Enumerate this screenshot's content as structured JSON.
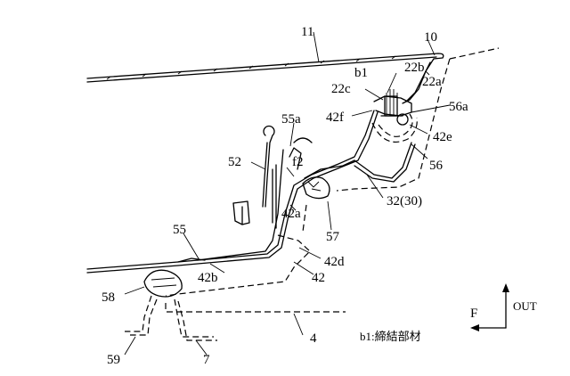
{
  "labels": {
    "roof_panel": "11",
    "roof_panel_edge": "10",
    "inner_top": "22b",
    "inner_side": "22a",
    "inner_front": "22c",
    "fastener": "b1",
    "flange_f": "42f",
    "clip_56a": "56a",
    "curve_42e": "42e",
    "weatherstrip_56": "56",
    "bracket_55a": "55a",
    "flange_f2": "f2",
    "hook_52": "52",
    "rail_32": "32(30)",
    "part_42a": "42a",
    "seal_57": "57",
    "trim_55": "55",
    "part_42d": "42d",
    "part_42b": "42b",
    "part_42": "42",
    "seal_58": "58",
    "part_4": "4",
    "part_59": "59",
    "part_7": "7"
  },
  "legend": {
    "note": "b1:締結部材"
  },
  "axis": {
    "front_label": "F",
    "out_label": "OUT"
  }
}
